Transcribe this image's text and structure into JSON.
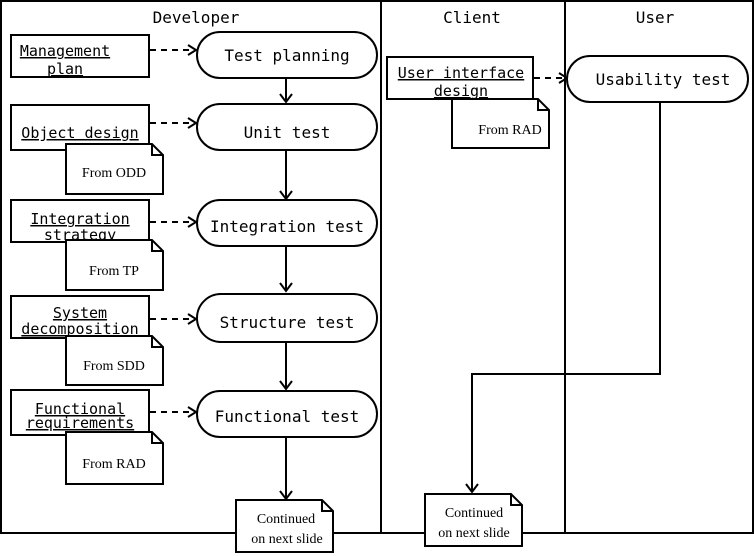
{
  "lanes": {
    "developer": "Developer",
    "client": "Client",
    "user": "User"
  },
  "activities": {
    "test_planning": "Test planning",
    "unit_test": "Unit test",
    "integration_test": "Integration test",
    "structure_test": "Structure test",
    "functional_test": "Functional test",
    "usability_test": "Usability test"
  },
  "objects": {
    "management_plan": [
      "Management",
      "plan"
    ],
    "object_design": [
      "Object design"
    ],
    "integration_strategy": [
      "Integration",
      "strategy"
    ],
    "system_decomposition": [
      "System",
      "decomposition"
    ],
    "functional_requirements": [
      "Functional",
      "requirements"
    ],
    "user_interface_design": [
      "User interface",
      "design"
    ]
  },
  "notes": {
    "from_odd": "From ODD",
    "from_tp": "From TP",
    "from_sdd": "From SDD",
    "from_rad_dev": "From RAD",
    "from_rad_client": "From RAD",
    "continued_dev": [
      "Continued",
      "on next slide"
    ],
    "continued_client": [
      "Continued",
      "on next slide"
    ]
  }
}
